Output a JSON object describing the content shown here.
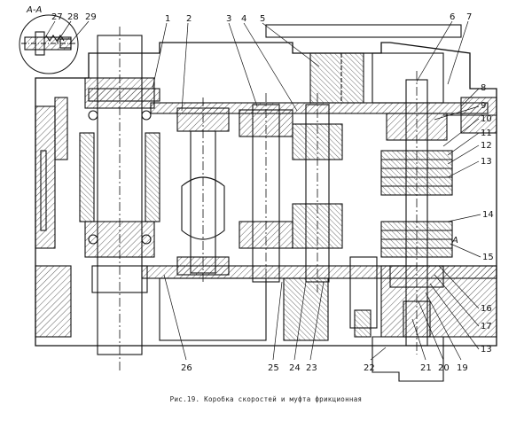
{
  "figure": {
    "caption": "Рис.19. Коробка скоростей и муфта фрикционная",
    "section_label": "А-А",
    "section_marker": "А"
  },
  "callouts": [
    {
      "id": "27",
      "label": "27"
    },
    {
      "id": "28",
      "label": "28"
    },
    {
      "id": "29",
      "label": "29"
    },
    {
      "id": "1",
      "label": "1"
    },
    {
      "id": "2",
      "label": "2"
    },
    {
      "id": "3",
      "label": "3"
    },
    {
      "id": "4",
      "label": "4"
    },
    {
      "id": "5",
      "label": "5"
    },
    {
      "id": "6",
      "label": "6"
    },
    {
      "id": "7",
      "label": "7"
    },
    {
      "id": "8",
      "label": "8"
    },
    {
      "id": "9",
      "label": "9"
    },
    {
      "id": "10",
      "label": "10"
    },
    {
      "id": "11",
      "label": "11"
    },
    {
      "id": "12",
      "label": "12"
    },
    {
      "id": "13a",
      "label": "13"
    },
    {
      "id": "14",
      "label": "14"
    },
    {
      "id": "15",
      "label": "15"
    },
    {
      "id": "16",
      "label": "16"
    },
    {
      "id": "17",
      "label": "17"
    },
    {
      "id": "13b",
      "label": "13"
    },
    {
      "id": "19",
      "label": "19"
    },
    {
      "id": "20",
      "label": "20"
    },
    {
      "id": "21",
      "label": "21"
    },
    {
      "id": "22",
      "label": "22"
    },
    {
      "id": "23",
      "label": "23"
    },
    {
      "id": "24",
      "label": "24"
    },
    {
      "id": "25",
      "label": "25"
    },
    {
      "id": "26",
      "label": "26"
    }
  ]
}
